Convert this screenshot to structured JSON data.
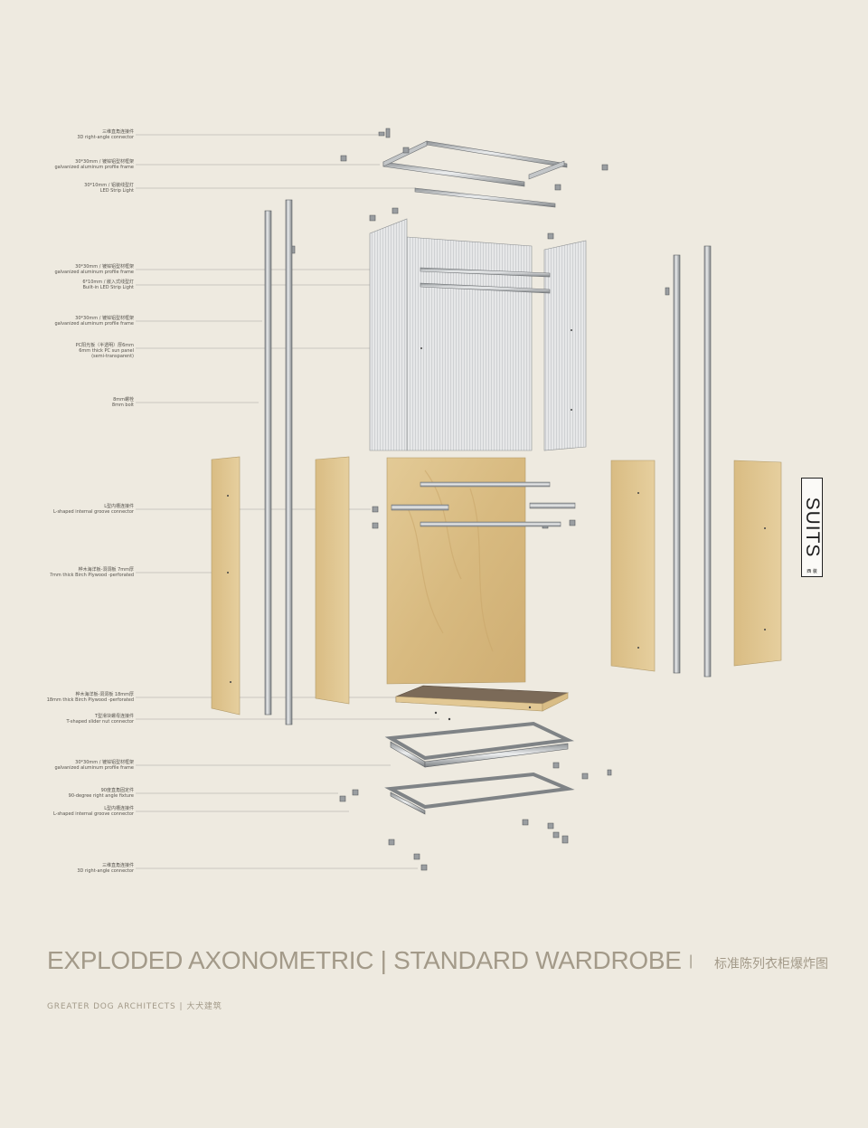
{
  "callouts": [
    {
      "cn": "三维直角连接件",
      "en": "3D right-angle connector"
    },
    {
      "cn": "30*30mm / 镀锌铝型材框架",
      "en": "galvanized aluminum profile frame"
    },
    {
      "cn": "30*10mm / 铝装线型灯",
      "en": "LED Strip Light"
    },
    {
      "cn": "30*30mm / 镀锌铝型材框架",
      "en": "galvanized aluminum profile frame"
    },
    {
      "cn": "6*10mm / 嵌入式线型灯",
      "en": "Built-in LED Strip Light"
    },
    {
      "cn": "30*30mm / 镀锌铝型材框架",
      "en": "galvanized aluminum profile frame"
    },
    {
      "cn": "PC阳光板（半透明）厚6mm",
      "en": "6mm thick PC sun panel",
      "en2": "(semi-transparent)"
    },
    {
      "cn": "8mm螺栓",
      "en": "8mm bolt"
    },
    {
      "cn": "L型内槽连接件",
      "en": "L-shaped internal groove connector"
    },
    {
      "cn": "桦木海洋板-洞洞板 7mm厚",
      "en": "7mm thick Birch Plywood -perforated"
    },
    {
      "cn": "桦木海洋板-洞洞板 18mm厚",
      "en": "18mm thick Birch Plywood -perforated"
    },
    {
      "cn": "T型滑块螺母连接件",
      "en": "T-shaped slider nut connector"
    },
    {
      "cn": "30*30mm / 镀锌铝型材框架",
      "en": "galvanized aluminum profile frame"
    },
    {
      "cn": "90度直角固定件",
      "en": "90-degree right angle fixture"
    },
    {
      "cn": "L型内槽连接件",
      "en": "L-shaped internal groove connector"
    },
    {
      "cn": "三维直角连接件",
      "en": "3D right-angle connector"
    }
  ],
  "sign": {
    "text": "SUITS",
    "cn": "西 装"
  },
  "title": {
    "en": "EXPLODED AXONOMETRIC |  STANDARD WARDROBE",
    "sep": "|",
    "cn": "标准陈列衣柜爆炸图"
  },
  "firm": {
    "en": "GREATER DOG ARCHITECTS",
    "sep": "|",
    "cn": "大犬建筑"
  },
  "colors": {
    "background": "#eeeae0",
    "title": "#a39a89",
    "plywood": "#dcc08a",
    "aluminum": "#c9ccce",
    "pc_panel": "#e4e5e6",
    "base_board": "#7b6a58"
  }
}
